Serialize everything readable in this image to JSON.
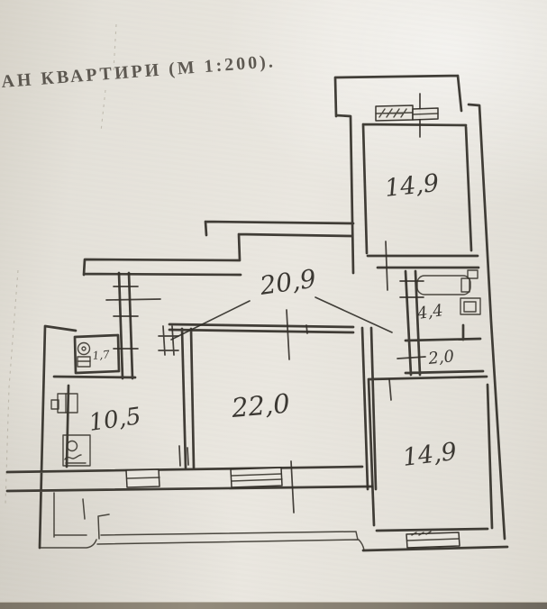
{
  "title": "АН КВАРТИРИ (М 1:200).",
  "rooms": {
    "bedroom_top": "14,9",
    "bathroom": "4,4",
    "toilet": "2,0",
    "bedroom_bottom": "14,9",
    "hallway": "20,9",
    "living_room": "22,0",
    "kitchen": "10,5",
    "storage": "1,7"
  },
  "colors": {
    "paper": "#e6e3db",
    "ink": "#2f2c27"
  }
}
